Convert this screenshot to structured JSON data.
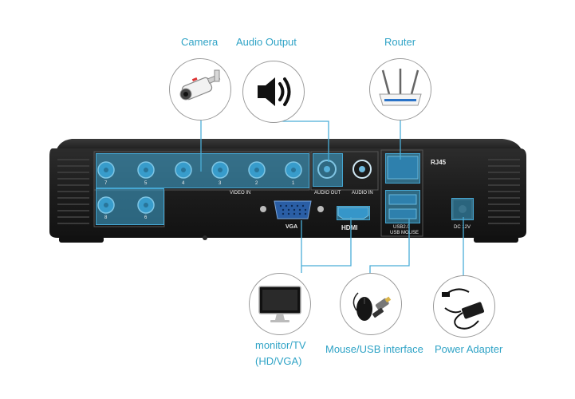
{
  "captions": {
    "camera": "Camera",
    "audio_output": "Audio Output",
    "router": "Router",
    "monitor_line1": "monitor/TV",
    "monitor_line2": "(HD/VGA)",
    "mouse": "Mouse/USB interface",
    "power": "Power Adapter"
  },
  "panel": {
    "rj45": "RJ45",
    "video_in": "VIDEO IN",
    "audio_out": "AUDIO OUT",
    "audio_in": "AUDIO IN",
    "vga": "VGA",
    "hdmi": "HDMI",
    "usb_line1": "USB2.0",
    "usb_line2": "USB MOUSE",
    "dc": "DC 12V",
    "channel_numbers_top": [
      "7",
      "5",
      "4",
      "3",
      "2",
      "1"
    ],
    "channel_numbers_bottom": [
      "8",
      "6"
    ]
  },
  "colors": {
    "accent": "#2fa3c6",
    "highlight": "#40aad7",
    "device_body": "#1e1e1e"
  }
}
